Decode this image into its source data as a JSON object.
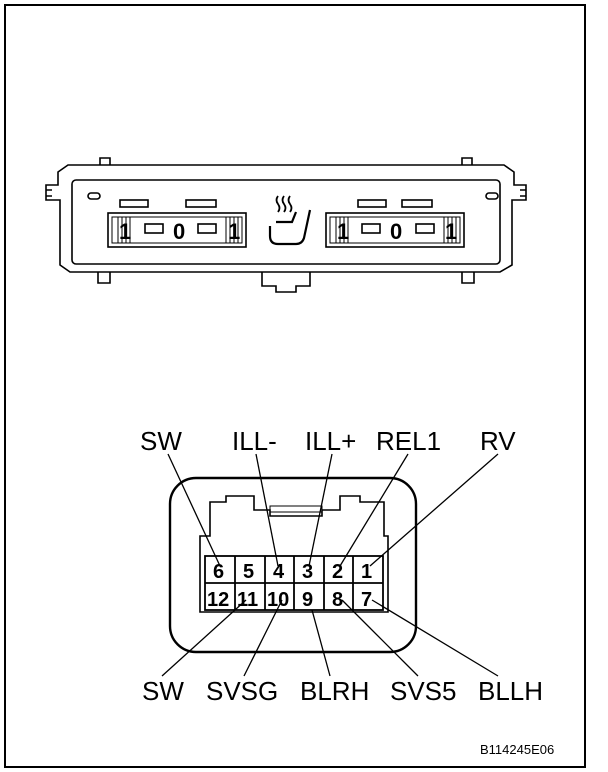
{
  "switch_front": {
    "left_switch": {
      "marks": [
        "1",
        "0",
        "1"
      ]
    },
    "right_switch": {
      "marks": [
        "1",
        "0",
        "1"
      ]
    },
    "center_symbol": "seat-heater-icon"
  },
  "connector": {
    "top_labels": [
      "SW",
      "ILL-",
      "ILL+",
      "REL1",
      "RV"
    ],
    "bottom_labels": [
      "SW",
      "SVSG",
      "BLRH",
      "SVS5",
      "BLLH"
    ],
    "pins_top_row": [
      "6",
      "5",
      "4",
      "3",
      "2",
      "1"
    ],
    "pins_bottom_row": [
      "12",
      "11",
      "10",
      "9",
      "8",
      "7"
    ]
  },
  "figure_id": "B114245E06"
}
